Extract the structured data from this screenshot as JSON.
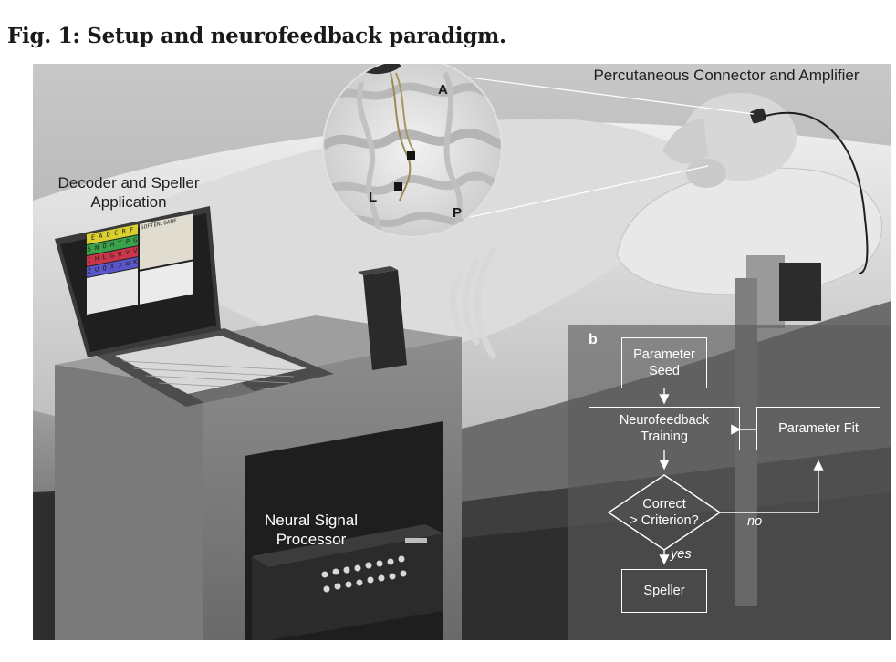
{
  "figure": {
    "title": "Fig. 1: Setup and neurofeedback paradigm."
  },
  "labels": {
    "connector": "Percutaneous Connector and Amplifier",
    "decoder_line1": "Decoder and Speller",
    "decoder_line2": "Application",
    "processor_line1": "Neural Signal",
    "processor_line2": "Processor"
  },
  "anatomy": {
    "a": "A",
    "l": "L",
    "p": "P"
  },
  "flowchart": {
    "panel_label": "b",
    "seed_line1": "Parameter",
    "seed_line2": "Seed",
    "training_line1": "Neurofeedback",
    "training_line2": "Training",
    "fit": "Parameter Fit",
    "decision_line1": "Correct",
    "decision_line2": "> Criterion?",
    "no": "no",
    "yes": "yes",
    "speller": "Speller"
  },
  "speller_app": {
    "row1": "E A D C B F",
    "row2": "S N O H T P G",
    "row3": "I H L G R Y V",
    "row4": "Z U Q X J W K",
    "text_field": "SOFTEN.GANE"
  },
  "colors": {
    "row1": "#d9cf2e",
    "row2": "#3aa24a",
    "row3": "#c9364a",
    "row4": "#5a55c8"
  }
}
